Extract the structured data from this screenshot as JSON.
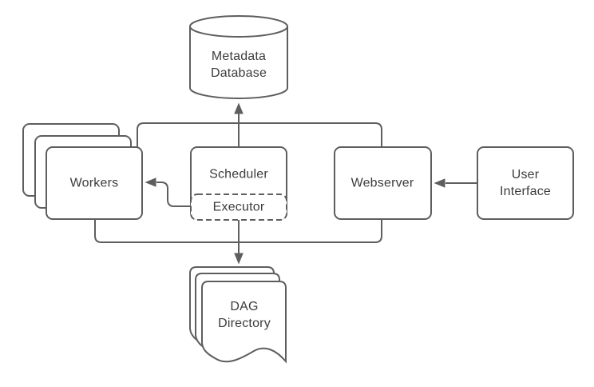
{
  "diagram": {
    "type": "architecture-flow-diagram",
    "colors": {
      "stroke": "#5e5e5e",
      "text": "#3c3c3c",
      "fill": "#ffffff",
      "background": "#ffffff"
    }
  },
  "nodes": {
    "metadata_database": {
      "shape": "database-cylinder",
      "lines": [
        "Metadata",
        "Database"
      ]
    },
    "workers": {
      "shape": "stacked-rounded-rect",
      "lines": [
        "Workers"
      ]
    },
    "scheduler": {
      "shape": "rounded-rect",
      "lines": [
        "Scheduler"
      ]
    },
    "executor": {
      "shape": "dashed-rounded-rect",
      "lines": [
        "Executor"
      ]
    },
    "webserver": {
      "shape": "rounded-rect",
      "lines": [
        "Webserver"
      ]
    },
    "user_interface": {
      "shape": "rounded-rect",
      "lines": [
        "User",
        "Interface"
      ]
    },
    "dag_directory": {
      "shape": "stacked-documents",
      "lines": [
        "DAG",
        "Directory"
      ]
    }
  },
  "edges": [
    {
      "from": "scheduler",
      "to": "metadata_database",
      "arrow": true
    },
    {
      "from": "workers",
      "to": "metadata_database",
      "via": "top-bus",
      "arrow": true
    },
    {
      "from": "webserver",
      "to": "metadata_database",
      "via": "top-bus",
      "arrow": true
    },
    {
      "from": "executor",
      "to": "workers",
      "arrow": true
    },
    {
      "from": "user_interface",
      "to": "webserver",
      "arrow": true
    },
    {
      "from": "executor",
      "to": "dag_directory",
      "arrow": true
    },
    {
      "from": "workers",
      "to": "dag_directory",
      "via": "bottom-bus",
      "arrow": true
    },
    {
      "from": "webserver",
      "to": "dag_directory",
      "via": "bottom-bus",
      "arrow": true
    }
  ]
}
